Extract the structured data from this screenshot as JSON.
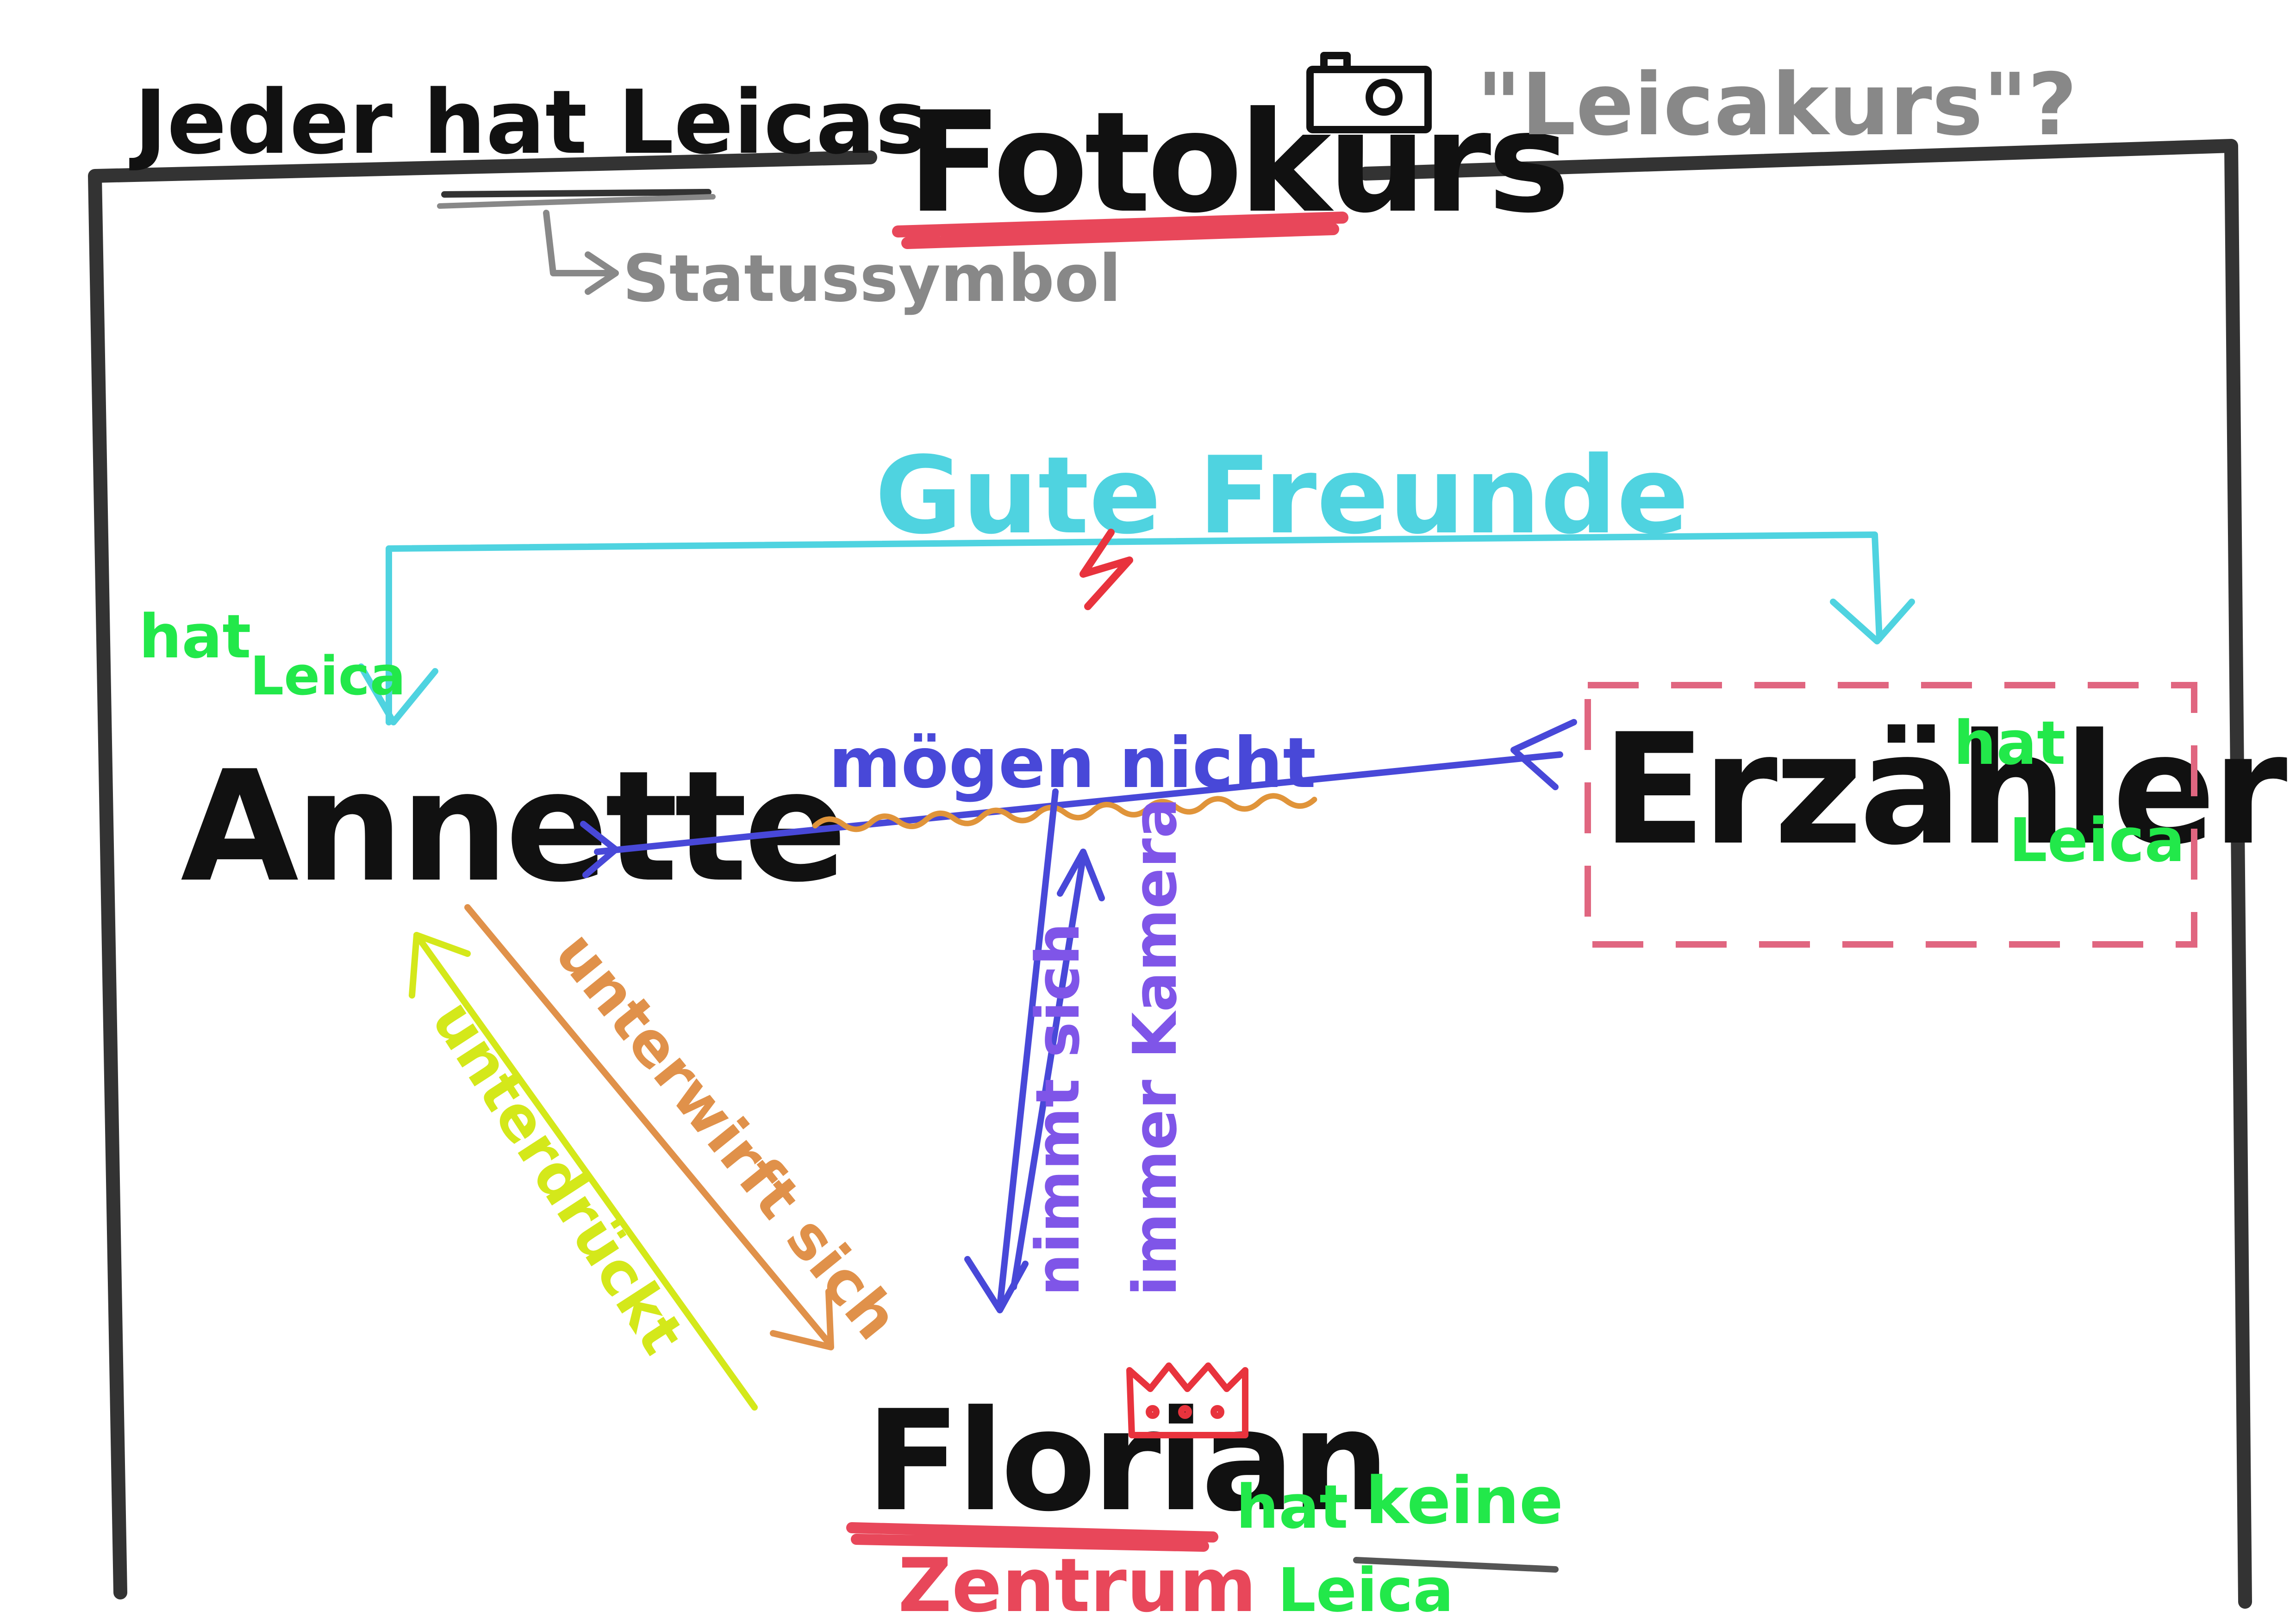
{
  "title": "Fotokurs",
  "header_left": "Jeder hat Leicas",
  "header_left_note": "Statussymbol",
  "header_right": "\"Leicakurs\"?",
  "relation_top": "Gute Freunde",
  "characters": {
    "annette": {
      "name": "Annette",
      "note_1": "hat",
      "note_2": "Leica"
    },
    "erzaehler": {
      "name": "Erzähler",
      "note_1": "hat",
      "note_2": "Leica"
    },
    "florian": {
      "name": "Florian",
      "note": "Zentrum",
      "note_1": "hat",
      "note_keine": "keine",
      "note_2": "Leica"
    }
  },
  "relations": {
    "moegen_nicht": "mögen nicht",
    "nimmt_kamera_1": "nimmt sich",
    "nimmt_kamera_2": "immer Kamera",
    "unterwirft": "unterwirft sich",
    "unterdrueckt": "unterdrückt"
  },
  "colors": {
    "frame": "#333333",
    "title_underline": "#e8475a",
    "friends": "#4fd3e0",
    "conflict": "#e8333d",
    "dislike": "#4848d8",
    "dislike_underline": "#e0943a",
    "camera_arrow": "#4848d8",
    "camera_text": "#7f55e8",
    "unterwirft": "#e0914a",
    "unterdrueckt": "#d4e81a",
    "leica_note": "#22e84a",
    "narrator_box": "#e06680",
    "zentrum": "#e8475a",
    "grey_note": "#888888"
  },
  "icons": [
    "camera-icon",
    "crown-icon",
    "lightning-icon"
  ]
}
